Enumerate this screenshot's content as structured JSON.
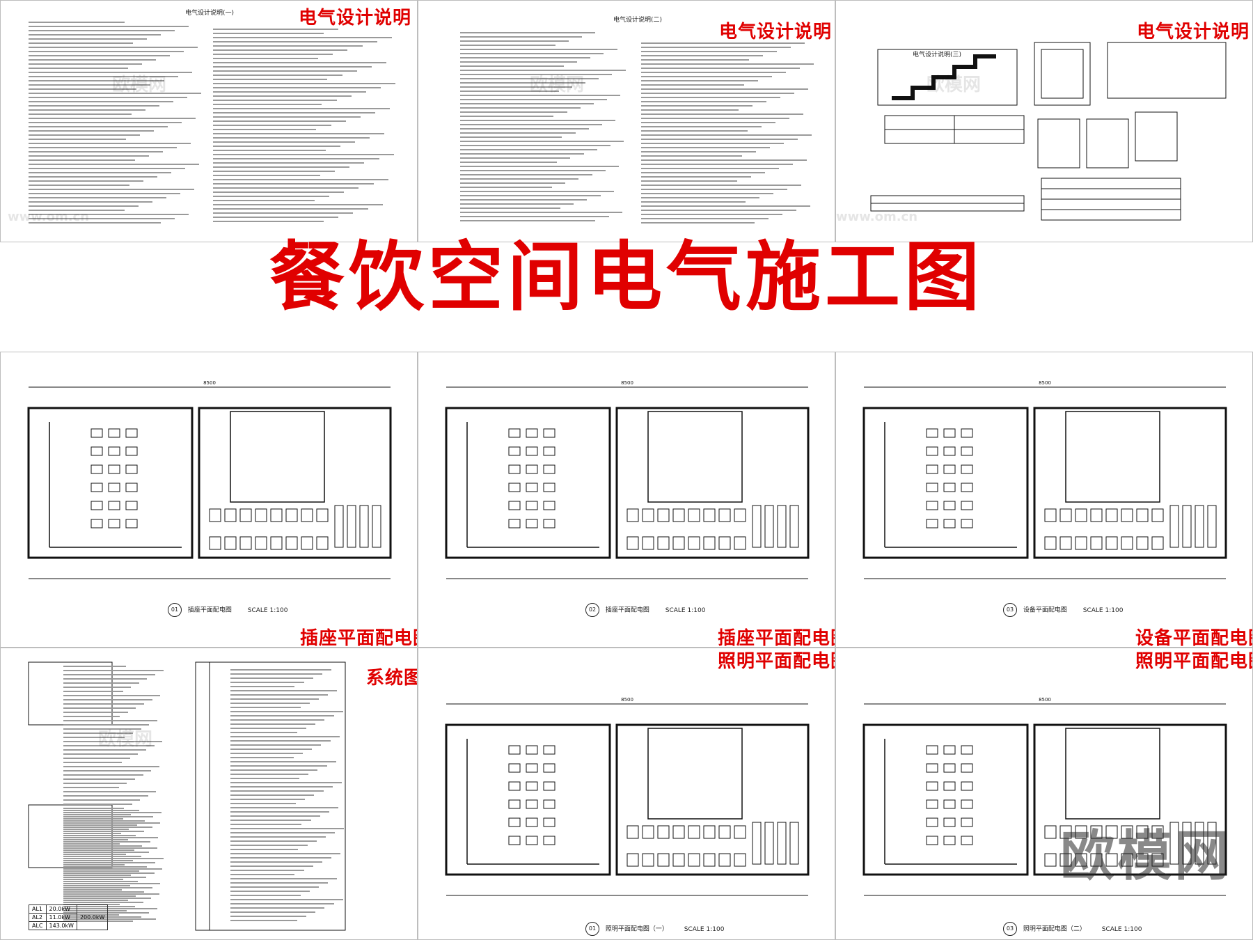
{
  "main_title": "餐饮空间电气施工图",
  "watermark_text": "欧模网",
  "watermark_url": "www.om.cn",
  "logo_text": "欧模网",
  "colors": {
    "title_red": "#e00000",
    "line": "#111111"
  },
  "sheets": {
    "design_notes_1": {
      "title": "电气设计说明",
      "subtitle": "电气设计说明(一)"
    },
    "design_notes_2": {
      "title": "电气设计说明",
      "subtitle": "电气设计说明(二)"
    },
    "design_notes_3": {
      "title": "电气设计说明",
      "subtitle": "电气设计说明(三)"
    },
    "socket_plan_1": {
      "title": "插座平面配电图",
      "caption_num": "01",
      "caption_text": "插座平面配电图",
      "scale": "SCALE 1:100"
    },
    "socket_plan_2": {
      "title": "插座平面配电图",
      "caption_num": "02",
      "caption_text": "插座平面配电图",
      "scale": "SCALE 1:100"
    },
    "equipment_plan": {
      "title": "设备平面配电图",
      "caption_num": "03",
      "caption_text": "设备平面配电图",
      "scale": "SCALE 1:100"
    },
    "system_diagram": {
      "title": "系统图"
    },
    "lighting_plan_1": {
      "title": "照明平面配电图",
      "caption_num": "01",
      "caption_text": "照明平面配电图（一）",
      "scale": "SCALE 1:100"
    },
    "lighting_plan_2": {
      "title": "照明平面配电图",
      "caption_num": "03",
      "caption_text": "照明平面配电图（二）",
      "scale": "SCALE 1:100"
    }
  },
  "system_loads": [
    {
      "label": "AL1",
      "value": "20.0kW"
    },
    {
      "label": "AL2",
      "value": "11.0kW"
    },
    {
      "label": "ALC",
      "value": "143.0kW"
    }
  ],
  "system_total": "200.0kW",
  "plan_dimension": "8500"
}
